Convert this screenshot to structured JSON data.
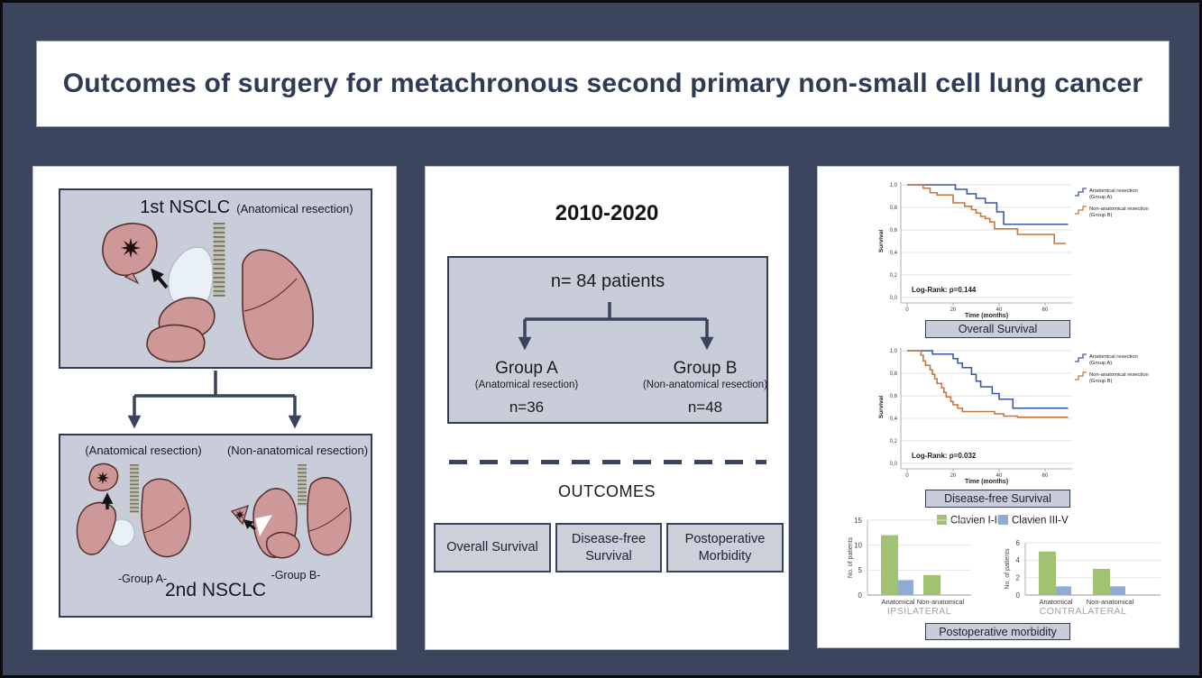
{
  "title": "Outcomes of surgery for metachronous second primary non-small cell lung cancer",
  "left_panel": {
    "box1_title": "1st NSCLC",
    "box1_subtitle": "(Anatomical resection)",
    "box2_left_label": "(Anatomical resection)",
    "box2_right_label": "(Non-anatomical resection)",
    "group_a_label": "-Group A-",
    "group_b_label": "-Group B-",
    "box2_title": "2nd NSCLC"
  },
  "middle_panel": {
    "period": "2010-2020",
    "cohort": "n= 84 patients",
    "groups": [
      {
        "name": "Group A",
        "method": "(Anatomical resection)",
        "n": "n=36"
      },
      {
        "name": "Group B",
        "method": "(Non-anatomical resection)",
        "n": "n=48"
      }
    ],
    "outcomes_heading": "OUTCOMES",
    "outcome_boxes": [
      "Overall Survival",
      "Disease-free Survival",
      "Postoperative Morbidity"
    ]
  },
  "right_panel": {
    "morbidity_caption": "Postoperative morbidity"
  },
  "chart_data": [
    {
      "name": "overall_survival",
      "type": "line",
      "subtype": "kaplan_meier_step",
      "title": "Overall Survival",
      "xlabel": "Time (months)",
      "ylabel": "Survival",
      "annotation": "Log-Rank: p=0.144",
      "xlim": [
        0,
        72
      ],
      "ylim": [
        0.0,
        1.0
      ],
      "xticks": [
        0,
        20,
        40,
        60
      ],
      "ytick_labels": [
        "0,0",
        "0,2",
        "0,4",
        "0,6",
        "0,8",
        "1,0"
      ],
      "grid": true,
      "legend_position": "right",
      "series": [
        {
          "name": "Anatomical resection",
          "sub": "(Group A)",
          "color": "#3a57a7",
          "points": [
            [
              0,
              1
            ],
            [
              21,
              1
            ],
            [
              21,
              0.96
            ],
            [
              26,
              0.96
            ],
            [
              26,
              0.92
            ],
            [
              30,
              0.92
            ],
            [
              30,
              0.88
            ],
            [
              34,
              0.88
            ],
            [
              34,
              0.84
            ],
            [
              39,
              0.84
            ],
            [
              39,
              0.76
            ],
            [
              42,
              0.76
            ],
            [
              42,
              0.65
            ],
            [
              70,
              0.65
            ]
          ]
        },
        {
          "name": "Non-anatomical resection",
          "sub": "(Group B)",
          "color": "#c4763c",
          "points": [
            [
              0,
              1
            ],
            [
              7,
              1
            ],
            [
              7,
              0.97
            ],
            [
              10,
              0.97
            ],
            [
              10,
              0.93
            ],
            [
              13,
              0.93
            ],
            [
              13,
              0.91
            ],
            [
              20,
              0.91
            ],
            [
              20,
              0.84
            ],
            [
              25,
              0.84
            ],
            [
              25,
              0.81
            ],
            [
              28,
              0.81
            ],
            [
              28,
              0.78
            ],
            [
              30,
              0.78
            ],
            [
              30,
              0.75
            ],
            [
              32,
              0.75
            ],
            [
              32,
              0.72
            ],
            [
              34,
              0.72
            ],
            [
              34,
              0.7
            ],
            [
              36,
              0.7
            ],
            [
              36,
              0.67
            ],
            [
              38,
              0.67
            ],
            [
              38,
              0.61
            ],
            [
              48,
              0.61
            ],
            [
              48,
              0.56
            ],
            [
              64,
              0.56
            ],
            [
              64,
              0.48
            ],
            [
              69,
              0.48
            ]
          ]
        }
      ]
    },
    {
      "name": "disease_free_survival",
      "type": "line",
      "subtype": "kaplan_meier_step",
      "title": "Disease-free Survival",
      "xlabel": "Time (months)",
      "ylabel": "Survival",
      "annotation": "Log-Rank: p=0.032",
      "xlim": [
        0,
        72
      ],
      "ylim": [
        0.0,
        1.0
      ],
      "xticks": [
        0,
        20,
        40,
        60
      ],
      "ytick_labels": [
        "0,0",
        "0,2",
        "0,4",
        "0,6",
        "0,8",
        "1,0"
      ],
      "grid": true,
      "legend_position": "right",
      "series": [
        {
          "name": "Anatomical resection",
          "sub": "(Group A)",
          "color": "#3a57a7",
          "points": [
            [
              0,
              1
            ],
            [
              11,
              1
            ],
            [
              11,
              0.97
            ],
            [
              20,
              0.97
            ],
            [
              20,
              0.93
            ],
            [
              22,
              0.93
            ],
            [
              22,
              0.89
            ],
            [
              24,
              0.89
            ],
            [
              24,
              0.85
            ],
            [
              28,
              0.85
            ],
            [
              28,
              0.79
            ],
            [
              30,
              0.79
            ],
            [
              30,
              0.73
            ],
            [
              32,
              0.73
            ],
            [
              32,
              0.68
            ],
            [
              37,
              0.68
            ],
            [
              37,
              0.62
            ],
            [
              40,
              0.62
            ],
            [
              40,
              0.57
            ],
            [
              46,
              0.57
            ],
            [
              46,
              0.49
            ],
            [
              70,
              0.49
            ]
          ]
        },
        {
          "name": "Non-anatomical resection",
          "sub": "(Group B)",
          "color": "#c4763c",
          "points": [
            [
              0,
              1
            ],
            [
              6,
              1
            ],
            [
              6,
              0.96
            ],
            [
              7,
              0.96
            ],
            [
              7,
              0.91
            ],
            [
              8,
              0.91
            ],
            [
              8,
              0.87
            ],
            [
              10,
              0.87
            ],
            [
              10,
              0.83
            ],
            [
              11,
              0.83
            ],
            [
              11,
              0.79
            ],
            [
              12,
              0.79
            ],
            [
              12,
              0.75
            ],
            [
              13,
              0.75
            ],
            [
              13,
              0.71
            ],
            [
              15,
              0.71
            ],
            [
              15,
              0.67
            ],
            [
              16,
              0.67
            ],
            [
              16,
              0.63
            ],
            [
              17,
              0.63
            ],
            [
              17,
              0.59
            ],
            [
              19,
              0.59
            ],
            [
              19,
              0.55
            ],
            [
              20,
              0.55
            ],
            [
              20,
              0.52
            ],
            [
              22,
              0.52
            ],
            [
              22,
              0.49
            ],
            [
              24,
              0.49
            ],
            [
              24,
              0.46
            ],
            [
              38,
              0.46
            ],
            [
              38,
              0.44
            ],
            [
              42,
              0.44
            ],
            [
              42,
              0.42
            ],
            [
              48,
              0.42
            ],
            [
              48,
              0.41
            ],
            [
              70,
              0.41
            ]
          ]
        }
      ]
    },
    {
      "name": "postoperative_morbidity_ipsilateral",
      "type": "bar",
      "group_label": "IPSILATERAL",
      "ylabel": "No. of patients",
      "categories": [
        "Anatomical",
        "Non-anatomical"
      ],
      "yticks": [
        0,
        5,
        10,
        15
      ],
      "ylim": [
        0,
        15
      ],
      "series": [
        {
          "name": "Clavien I-II",
          "color": "#a2c172",
          "values": [
            12,
            4
          ]
        },
        {
          "name": "Clavien III-V",
          "color": "#92abd6",
          "values": [
            3,
            0
          ]
        }
      ]
    },
    {
      "name": "postoperative_morbidity_contralateral",
      "type": "bar",
      "group_label": "CONTRALATERAL",
      "ylabel": "No. of patients",
      "categories": [
        "Anatomical",
        "Non-anatomical"
      ],
      "yticks": [
        0,
        2,
        4,
        6
      ],
      "ylim": [
        0,
        6
      ],
      "series": [
        {
          "name": "Clavien I-II",
          "color": "#a2c172",
          "values": [
            5,
            3
          ]
        },
        {
          "name": "Clavien III-V",
          "color": "#92abd6",
          "values": [
            1,
            1
          ]
        }
      ]
    }
  ]
}
